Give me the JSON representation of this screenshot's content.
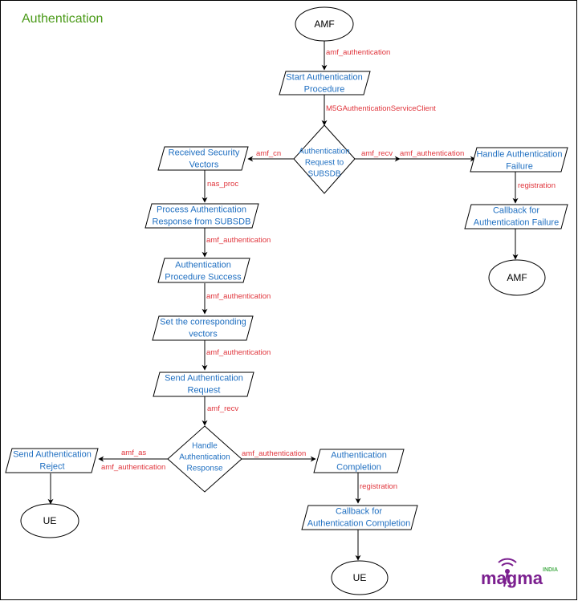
{
  "title": "Authentication",
  "colors": {
    "title": "#4a9a18",
    "node_text": "#1f6fc1",
    "edge_label": "#e0343b",
    "logo_purple": "#7b1f8f",
    "logo_green": "#4caf50"
  },
  "nodes": {
    "amf_top": [
      "AMF"
    ],
    "start_auth": [
      "Start Authentication",
      "Procedure"
    ],
    "auth_request_subsdb": [
      "Authentication",
      "Request to",
      "SUBSDB"
    ],
    "received_vectors": [
      "Received Security",
      "Vectors"
    ],
    "handle_failure": [
      "Handle Authentication",
      "Failure"
    ],
    "process_response": [
      "Process Authentication",
      "Response from SUBSDB"
    ],
    "callback_failure": [
      "Callback for",
      "Authentication Failure"
    ],
    "amf_right": [
      "AMF"
    ],
    "procedure_success": [
      "Authentication",
      "Procedure Success"
    ],
    "set_vectors": [
      "Set the corresponding",
      "vectors"
    ],
    "send_request": [
      "Send Authentication",
      "Request"
    ],
    "handle_response": [
      "Handle",
      "Authentication",
      "Response"
    ],
    "send_reject": [
      "Send Authentication",
      "Reject"
    ],
    "auth_completion": [
      "Authentication",
      "Completion"
    ],
    "ue_left": [
      "UE"
    ],
    "callback_completion": [
      "Callback for",
      "Authentication Completion"
    ],
    "ue_bottom": [
      "UE"
    ]
  },
  "edge_labels": {
    "amf_to_start": "amf_authentication",
    "start_to_request": "M5GAuthenticationServiceClient",
    "request_to_vectors": "amf_cn",
    "request_to_failure_a": "amf_recv",
    "request_to_failure_b": "amf_authentication",
    "vectors_to_process": "nas_proc",
    "failure_to_callback": "registration",
    "process_to_success": "amf_authentication",
    "success_to_set": "amf_authentication",
    "set_to_send": "amf_authentication",
    "send_to_handle": "amf_recv",
    "handle_to_reject_a": "amf_as",
    "handle_to_reject_b": "amf_authentication",
    "handle_to_completion": "amf_authentication",
    "completion_to_callback": "registration"
  },
  "logo": {
    "name": "magma",
    "tag": "INDIA",
    "icon": "antenna-icon"
  }
}
